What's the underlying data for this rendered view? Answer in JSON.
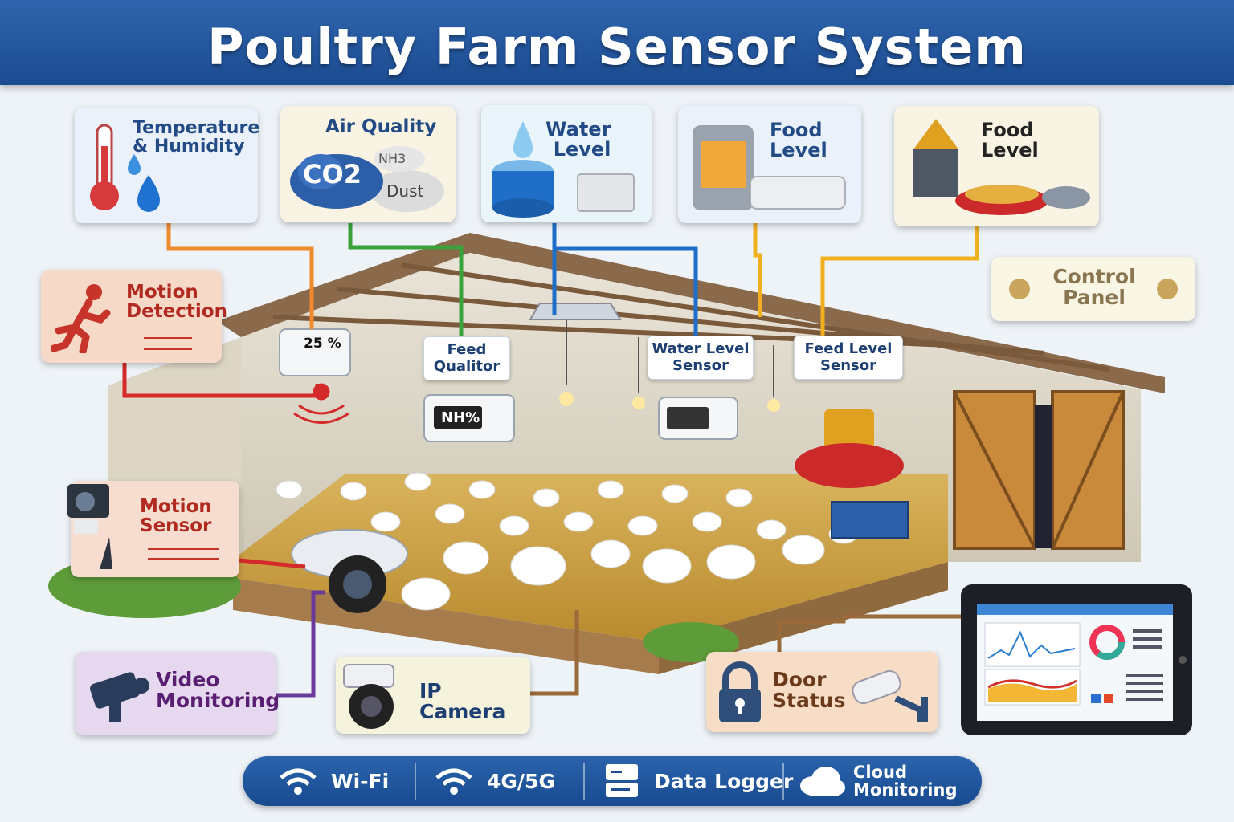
{
  "title": "Poultry Farm Sensor System",
  "top_cards": [
    {
      "id": "temperature",
      "label": "Temperature\n& Humidity"
    },
    {
      "id": "air",
      "label": "Air Quality",
      "badges": [
        "CO2",
        "NH3",
        "Dust"
      ]
    },
    {
      "id": "water",
      "label": "Water\nLevel"
    },
    {
      "id": "food1",
      "label": "Food\nLevel"
    },
    {
      "id": "food2",
      "label": "Food\nLevel"
    }
  ],
  "control_panel": {
    "label": "Control\nPanel"
  },
  "motion_detection": {
    "label": "Motion\nDetection"
  },
  "motion_sensor": {
    "label": "Motion\nSensor"
  },
  "video_monitoring": {
    "label": "Video\nMonitoring"
  },
  "ip_camera": {
    "label": "IP Camera"
  },
  "door_status": {
    "label": "Door\nStatus"
  },
  "sensor_tags": [
    {
      "id": "feed-quality",
      "label": "Feed\nQualitor"
    },
    {
      "id": "water-level-sensor",
      "label": "Water Level\nSensor"
    },
    {
      "id": "feed-level-sensor",
      "label": "Feed Level\nSensor"
    }
  ],
  "device_readouts": {
    "thermo": "25 %",
    "nh": "NH%"
  },
  "bottom_bar": [
    {
      "id": "wifi",
      "icon": "wifi-icon",
      "label": "Wi-Fi"
    },
    {
      "id": "cellular",
      "icon": "signal-icon",
      "label": "4G/5G"
    },
    {
      "id": "logger",
      "icon": "server-icon",
      "label": "Data Logger"
    },
    {
      "id": "cloud",
      "icon": "cloud-icon",
      "label": "Cloud\nMonitoring"
    }
  ],
  "colors": {
    "title_bar": "#1b4b91",
    "temp_line": "#f08a2c",
    "air_line": "#3aa23a",
    "water_line": "#1f6fc8",
    "food_line": "#f0b020",
    "motion_line": "#d42a2a",
    "video_line": "#6a3a9a",
    "ipcam_line": "#9a6a3a",
    "door_line": "#9a6a3a"
  }
}
